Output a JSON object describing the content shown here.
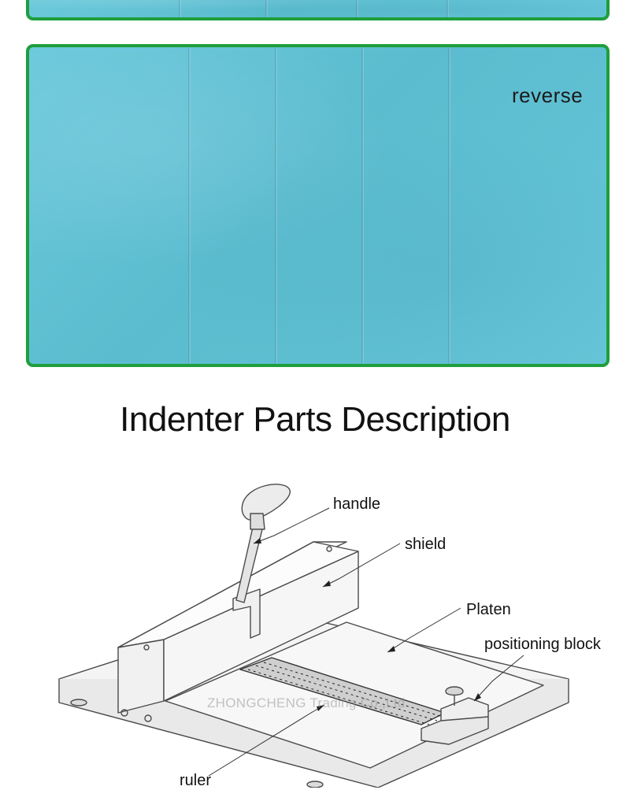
{
  "sample": {
    "reverse_label": "reverse",
    "panel_color": "#62c3d6",
    "border_color": "#1f9e3c"
  },
  "section": {
    "title": "Indenter Parts Description"
  },
  "parts": {
    "handle": "handle",
    "shield": "shield",
    "platen": "Platen",
    "positioning_block": "positioning block",
    "ruler": "ruler"
  },
  "watermark": "ZHONGCHENG Trading Co.,Ltd"
}
